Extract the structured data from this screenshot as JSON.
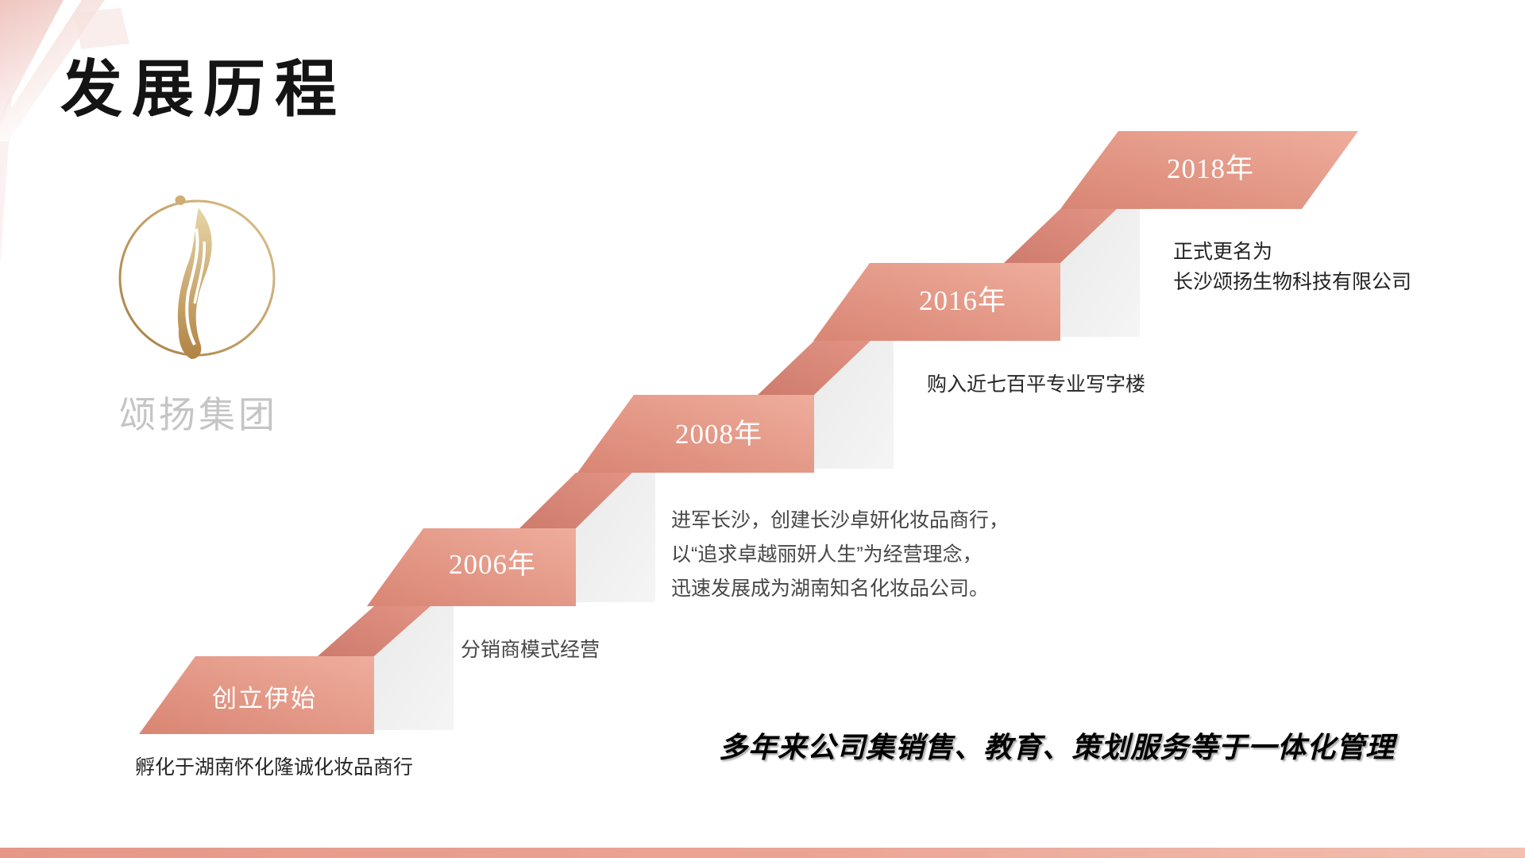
{
  "title": "发展历程",
  "logo": {
    "name": "颂扬集团"
  },
  "timeline": [
    {
      "label": "创立伊始",
      "captions": [
        "孵化于湖南怀化隆诚化妆品商行"
      ]
    },
    {
      "label": "2006年",
      "captions": [
        "分销商模式经营"
      ]
    },
    {
      "label": "2008年",
      "captions": [
        "进军长沙，创建长沙卓妍化妆品商行，",
        "以“追求卓越丽妍人生”为经营理念，",
        "迅速发展成为湖南知名化妆品公司。"
      ]
    },
    {
      "label": "2016年",
      "captions": [
        "购入近七百平专业写字楼"
      ]
    },
    {
      "label": "2018年",
      "captions": [
        "正式更名为",
        "长沙颂扬生物科技有限公司"
      ]
    }
  ],
  "footer": "多年来公司集销售、教育、策划服务等于一体化管理",
  "colors": {
    "step_light": "#efad9c",
    "step_dark": "#d98573",
    "riser_dark": "#cd7b6c",
    "shadow_gray": "#ececec",
    "gold": "#b8915a",
    "bottom_bar": "#e89a8b"
  }
}
